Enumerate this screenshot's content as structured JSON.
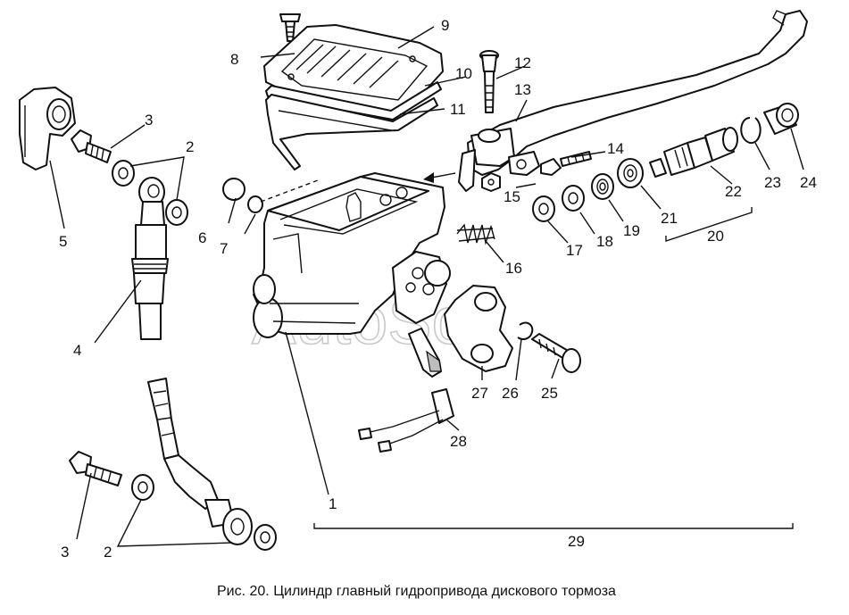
{
  "labels": {
    "l1": "1",
    "l2a": "2",
    "l2b": "2",
    "l3a": "3",
    "l3b": "3",
    "l4": "4",
    "l5": "5",
    "l6": "6",
    "l7": "7",
    "l8": "8",
    "l9": "9",
    "l10": "10",
    "l11": "11",
    "l12": "12",
    "l13": "13",
    "l14": "14",
    "l15": "15",
    "l16": "16",
    "l17": "17",
    "l18": "18",
    "l19": "19",
    "l20": "20",
    "l21": "21",
    "l22": "22",
    "l23": "23",
    "l24": "24",
    "l25": "25",
    "l26": "26",
    "l27": "27",
    "l28": "28",
    "l29": "29"
  },
  "watermark": "AutoSoft",
  "caption": "Рис. 20. Цилиндр главный гидропривода дискового тормоза"
}
